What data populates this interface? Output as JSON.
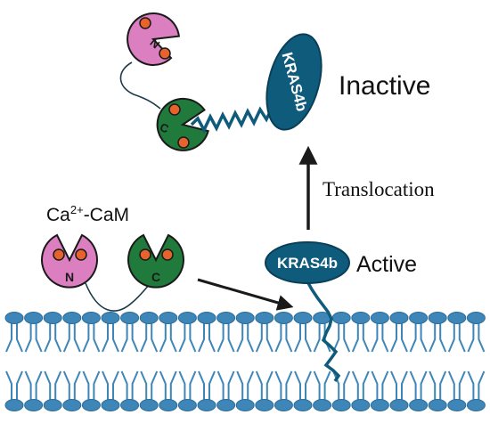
{
  "labels": {
    "inactive": "Inactive",
    "active": "Active",
    "translocation": "Translocation",
    "cam_prefix": "Ca",
    "cam_superscript": "2+",
    "cam_suffix": "-CaM"
  },
  "kras": {
    "top_label": "KRAS4b",
    "bottom_label": "KRAS4b"
  },
  "cam_lobes": {
    "n_letter": "N",
    "c_letter": "C"
  },
  "colors": {
    "kras_fill": "#0f5b7b",
    "kras_stroke": "#0a3f57",
    "n_lobe": "#dc7fc0",
    "c_lobe": "#1f7a3c",
    "ion": "#e8632b",
    "membrane_head": "#3f86b8",
    "membrane_tail": "#3f86b8",
    "linker": "#1b3a4a",
    "arrow": "#1a1a1a"
  }
}
